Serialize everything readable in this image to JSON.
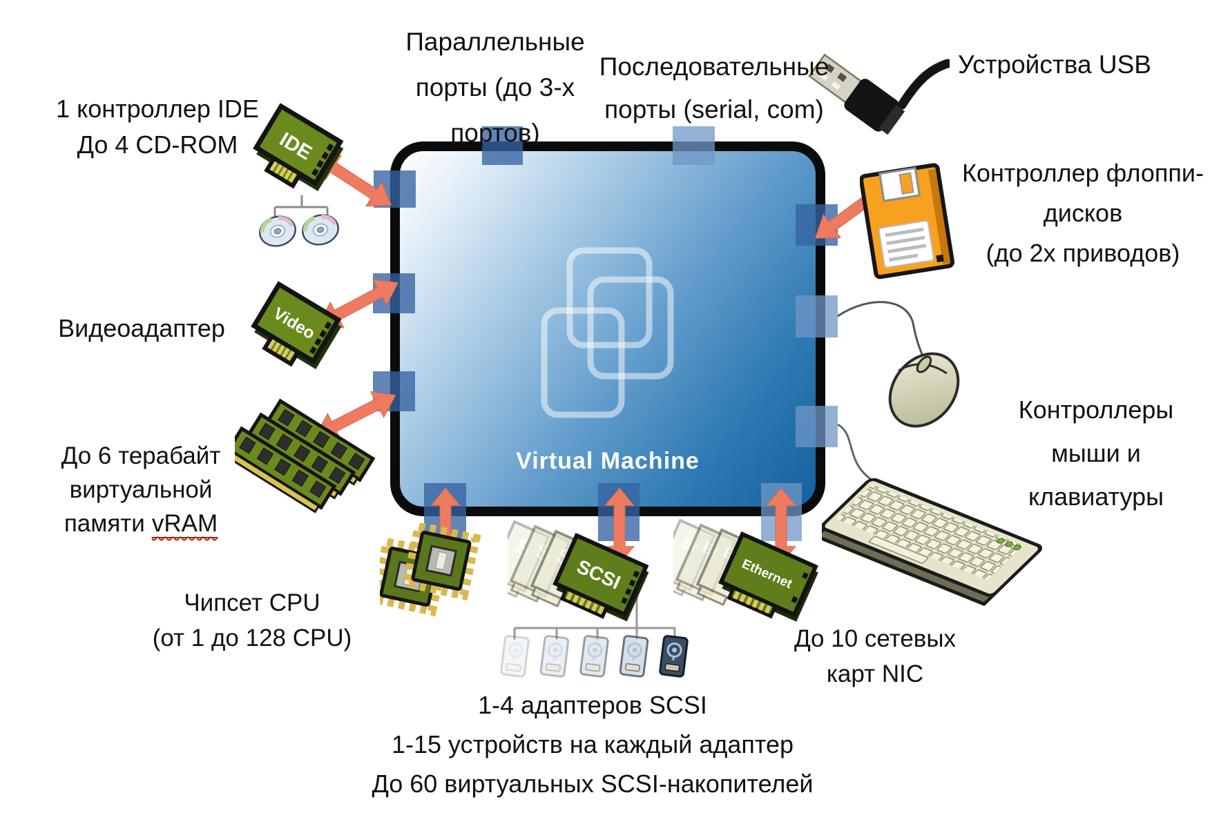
{
  "diagram": {
    "vm": {
      "title": "Virtual Machine"
    },
    "labels": {
      "ide": {
        "lines": [
          "1 контроллер IDE",
          "До 4 CD-ROM"
        ]
      },
      "parallel": {
        "lines": [
          "Параллельные",
          "порты (до 3-х",
          "портов)"
        ]
      },
      "serial": {
        "lines": [
          "Последовательные",
          "порты (serial, com)"
        ]
      },
      "usb": {
        "lines": [
          "Устройства USB"
        ]
      },
      "floppy": {
        "lines": [
          "Контроллер флоппи-",
          "дисков",
          "(до 2х приводов)"
        ]
      },
      "video": {
        "lines": [
          "Видеоадаптер"
        ]
      },
      "vram": {
        "lines": [
          "До 6 терабайт",
          "виртуальной"
        ],
        "line3_prefix": "памяти",
        "line3_word": "vRAM"
      },
      "cpu": {
        "lines": [
          "Чипсет CPU",
          "(от 1 до 128 CPU)"
        ]
      },
      "mouse_keyboard": {
        "lines": [
          "Контроллеры",
          "мыши и",
          "клавиатуры"
        ]
      },
      "nic": {
        "lines": [
          "До 10 сетевых",
          "карт NIC"
        ]
      },
      "scsi": {
        "lines": [
          "1-4 адаптеров SCSI",
          "1-15 устройств на каждый адаптер",
          "До 60 виртуальных SCSI-накопителей"
        ]
      }
    },
    "cards": {
      "ide": "IDE",
      "video": "Video",
      "scsi_front": "SCSI",
      "scsi_back": "S",
      "ethernet_front": "Ethernet",
      "ethernet_back": "Et"
    },
    "colors": {
      "arrow_salmon": "#ee7b60",
      "tab_blue": "#4f81bd",
      "card_green": "#6b8a1e",
      "floppy_orange": "#f7a120",
      "vm_deep_blue": "#15619f",
      "text": "#111111"
    }
  }
}
